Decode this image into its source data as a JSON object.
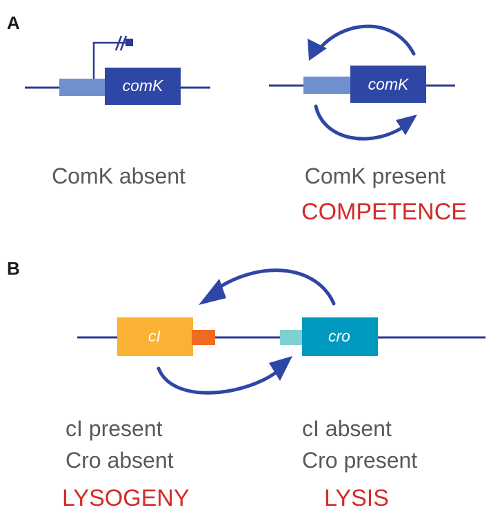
{
  "panels": {
    "a": {
      "label": "A",
      "left": {
        "gene": "comK",
        "state": "ComK absent"
      },
      "right": {
        "gene": "comK",
        "state": "ComK present",
        "outcome": "COMPETENCE"
      }
    },
    "b": {
      "label": "B",
      "ci_gene": "cI",
      "cro_gene": "cro",
      "left": {
        "state_line1": "cI present",
        "state_line2": "Cro absent",
        "outcome": "LYSOGENY"
      },
      "right": {
        "state_line1": "cI absent",
        "state_line2": "Cro present",
        "outcome": "LYSIS"
      }
    }
  },
  "colors": {
    "dna": "#2b3990",
    "promoter": "#6f8fcf",
    "comk_gene": "#2e46a5",
    "arrow": "#2e46a5",
    "ci_gene": "#f9b233",
    "ci_operator": "#ef6b22",
    "cro_gene": "#0099c0",
    "cro_operator": "#7fd0d3",
    "outcome_text": "#d42a2a",
    "state_text": "#595959"
  }
}
